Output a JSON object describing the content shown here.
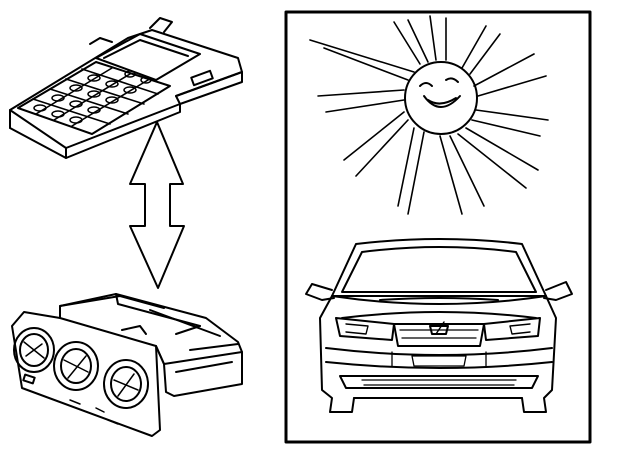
{
  "figure": {
    "panels": [
      {
        "id": "left",
        "items": [
          "diagnostic-tester",
          "bidirectional-arrow",
          "climate-control-panel"
        ]
      },
      {
        "id": "right",
        "items": [
          "smiling-sun",
          "car-front-view"
        ]
      }
    ],
    "colors": {
      "ink": "#000000",
      "paper": "#ffffff"
    }
  }
}
